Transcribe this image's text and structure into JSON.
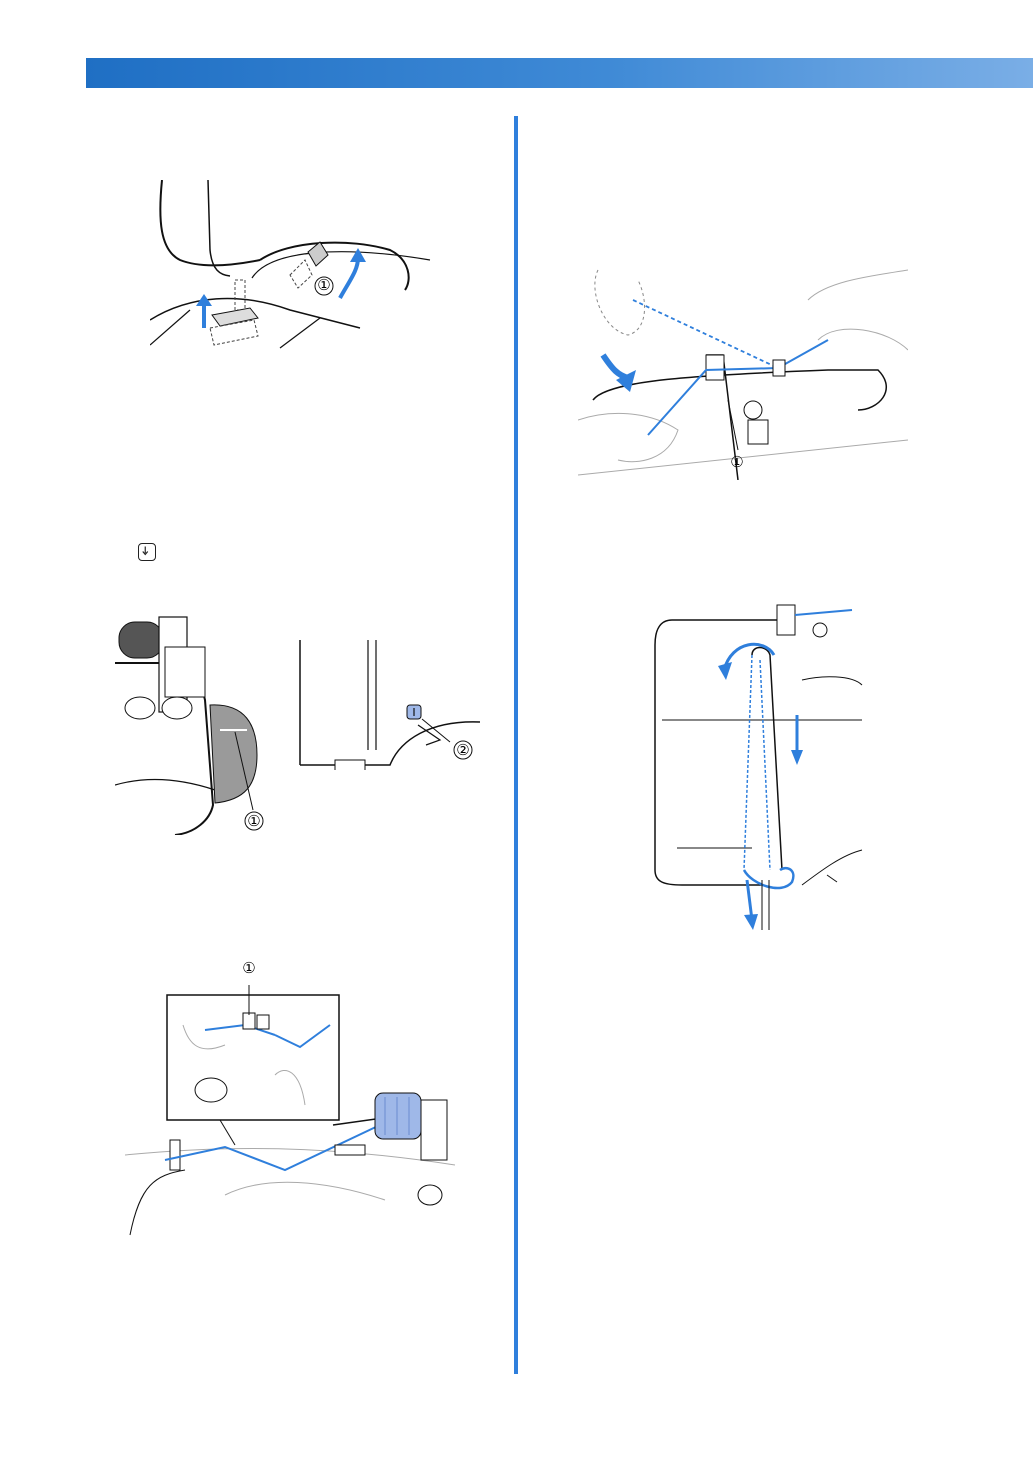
{
  "figures": {
    "presser_foot": {
      "callouts": [
        "①"
      ]
    },
    "handwheel_needle_position": {
      "callouts": [
        "①",
        "②"
      ]
    },
    "thread_guide_spool": {
      "callouts": [
        "①"
      ]
    },
    "thread_guide_pass": {
      "callouts": [
        "①"
      ]
    },
    "upper_threading_path": {
      "callouts": []
    }
  },
  "colors": {
    "header_bar_start": "#1f6fc4",
    "header_bar_end": "#7aaee6",
    "divider": "#2f7fdc",
    "thread_blue": "#2f7fdc",
    "spool_blue": "#9fb8e8"
  },
  "icons": {
    "needle_position_key": "needle-position-key-icon"
  }
}
